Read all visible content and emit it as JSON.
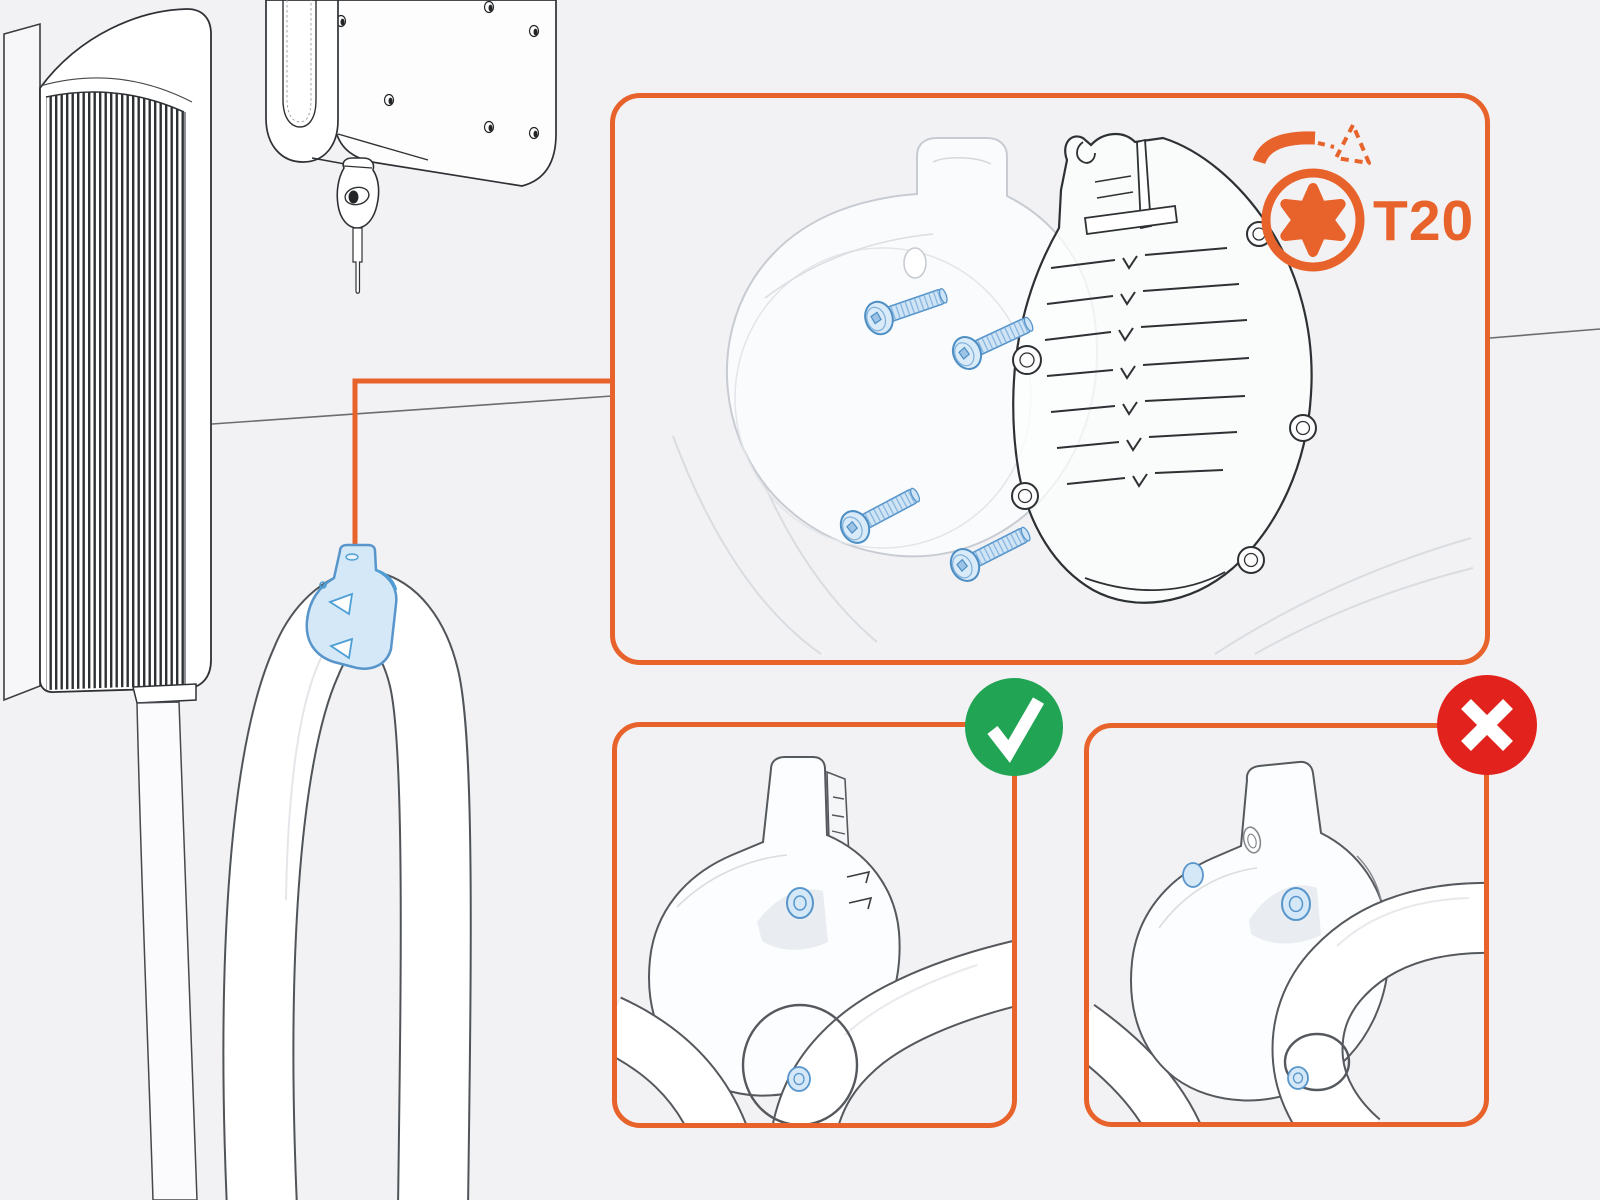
{
  "colors": {
    "page_bg": "#F2F2F4",
    "accent_orange": "#E8632B",
    "success_green": "#22A455",
    "error_red": "#E2231D",
    "part_blue_fill": "#D5E8F7",
    "part_blue_stroke": "#5795CB",
    "ink_dark": "#2E3134",
    "ink_mid": "#55585D",
    "ink_faint": "#C8CCD2"
  },
  "scene": {
    "wall_unit_icon": "ev-charger-line-art",
    "holster_icon": "handle-holster-line-art",
    "mount_plate_icon": "mounting-plate-line-art",
    "lock_icon": "lock-and-key-line-art",
    "cable_icon": "charging-cable-loop",
    "hook_icon": "cable-hook-highlighted-blue",
    "leader_icon": "leader-line-to-detail-panel"
  },
  "main_panel": {
    "content_icon": "exploded-view-cable-hook-with-screws",
    "screw_count": 4,
    "screw_icon": "torx-button-head-screw-icon",
    "tool_label": "T20",
    "tool_icon": "torx-bit-icon",
    "rotation_icon": "tighten-clockwise-dashed-arrow-icon"
  },
  "verdict_panels": {
    "correct": {
      "icon": "checkmark-icon",
      "content_icon": "cable-seated-in-hook"
    },
    "incorrect": {
      "icon": "cross-icon",
      "content_icon": "cable-over-hook-wrong"
    }
  }
}
